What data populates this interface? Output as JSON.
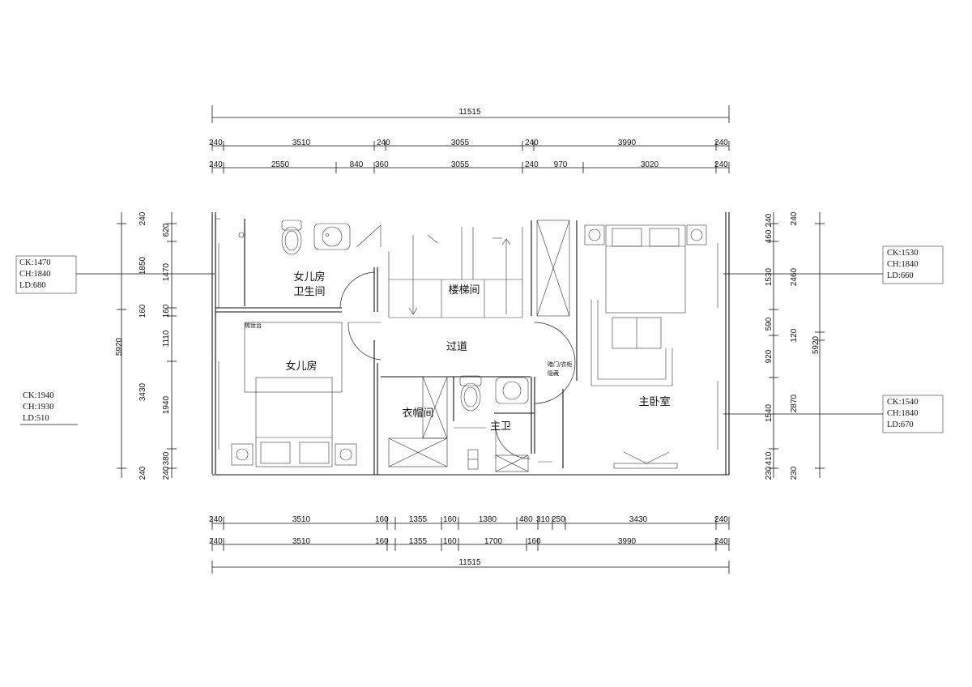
{
  "dimensions": {
    "top_total": "11515",
    "top_row1": [
      "240",
      "3510",
      "240",
      "3055",
      "240",
      "3990",
      "240"
    ],
    "top_row2": [
      "240",
      "2550",
      "840",
      "360",
      "3055",
      "240",
      "970",
      "3020",
      "240"
    ],
    "bottom_row1": [
      "240",
      "3510",
      "160",
      "1355",
      "160",
      "1380",
      "480",
      "310",
      "250",
      "3430",
      "240"
    ],
    "bottom_row2": [
      "240",
      "3510",
      "160",
      "1355",
      "160",
      "1700",
      "160",
      "3990",
      "240"
    ],
    "bottom_total": "11515",
    "left_outer": [
      "240",
      "1850",
      "5920",
      "3430",
      "240"
    ],
    "left_inner": [
      "620",
      "1470",
      "160",
      "160",
      "1110",
      "1940",
      "380",
      "240"
    ],
    "right_inner": [
      "240",
      "460",
      "1530",
      "590",
      "920",
      "1540",
      "410",
      "230"
    ],
    "right_outer": [
      "240",
      "2460",
      "120",
      "5920",
      "2870",
      "230"
    ]
  },
  "rooms": {
    "daughter_bath_1": "女儿房",
    "daughter_bath_2": "卫生间",
    "stair": "楼梯间",
    "corridor": "过道",
    "daughter_room": "女儿房",
    "wardrobe": "衣帽间",
    "master_bath": "主卫",
    "master_bed": "主卧室"
  },
  "notes": {
    "left_small": "梳妆台",
    "door_note_1": "暗门/衣柜",
    "door_note_2": "隐藏"
  },
  "info_boxes": [
    {
      "id": "left-top",
      "lines": [
        "CK:1470",
        "CH:1840",
        "LD:680"
      ]
    },
    {
      "id": "left-bottom",
      "lines": [
        "CK:1940",
        "CH:1930",
        "LD:510"
      ]
    },
    {
      "id": "right-top",
      "lines": [
        "CK:1530",
        "CH:1840",
        "LD:660"
      ]
    },
    {
      "id": "right-bottom",
      "lines": [
        "CK:1540",
        "CH:1840",
        "LD:670"
      ]
    }
  ]
}
